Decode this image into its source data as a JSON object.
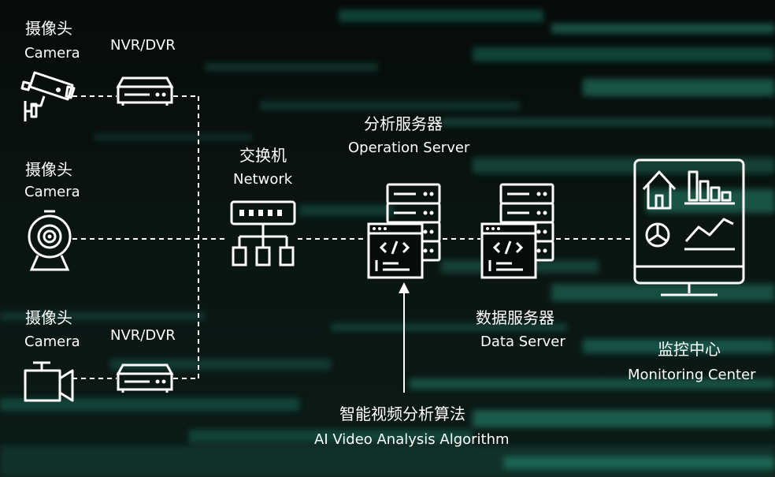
{
  "camera_1": {
    "zh": "摄像头",
    "en": "Camera"
  },
  "camera_2": {
    "zh": "摄像头",
    "en": "Camera"
  },
  "camera_3": {
    "zh": "摄像头",
    "en": "Camera"
  },
  "nvr_1": {
    "label": "NVR/DVR"
  },
  "nvr_2": {
    "label": "NVR/DVR"
  },
  "switch": {
    "zh": "交换机",
    "en": "Network"
  },
  "operation_server": {
    "zh": "分析服务器",
    "en": "Operation Server"
  },
  "data_server": {
    "zh": "数据服务器",
    "en": "Data Server"
  },
  "algorithm": {
    "zh": "智能视频分析算法",
    "en": "AI Video Analysis Algorithm"
  },
  "monitoring_center": {
    "zh": "监控中心",
    "en": "Monitoring Center"
  },
  "colors": {
    "line": "#ffffff",
    "background": "#050807",
    "accent": "#1f8f72"
  },
  "icons": [
    "bullet-camera-icon",
    "dome-camera-icon",
    "video-camera-icon",
    "nvr-icon",
    "network-switch-icon",
    "server-stack-icon",
    "code-window-icon",
    "monitor-dashboard-icon"
  ]
}
